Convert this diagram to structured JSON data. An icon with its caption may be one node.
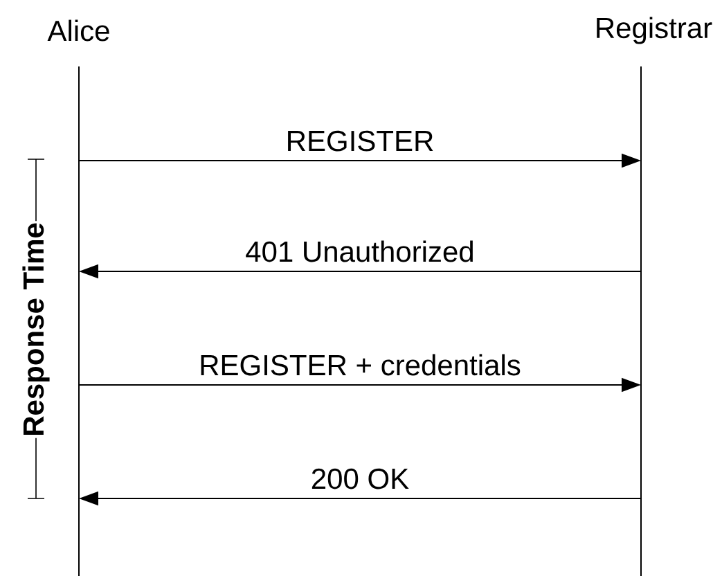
{
  "diagram": {
    "nodes": [
      {
        "text": [
          "Alice"
        ]
      },
      {
        "text": [
          "Registrar"
        ]
      }
    ],
    "edges": [
      {
        "from": 0,
        "to": 1,
        "arrow": "to",
        "label": "REGISTER"
      },
      {
        "from": 1,
        "to": 0,
        "arrow": "to",
        "label": "401 Unauthorized"
      },
      {
        "from": 0,
        "to": 1,
        "arrow": "to",
        "label": "REGISTER + credentials"
      },
      {
        "from": 1,
        "to": 0,
        "arrow": "to",
        "label": "200 OK"
      }
    ],
    "labels": [
      "Response Time"
    ]
  }
}
